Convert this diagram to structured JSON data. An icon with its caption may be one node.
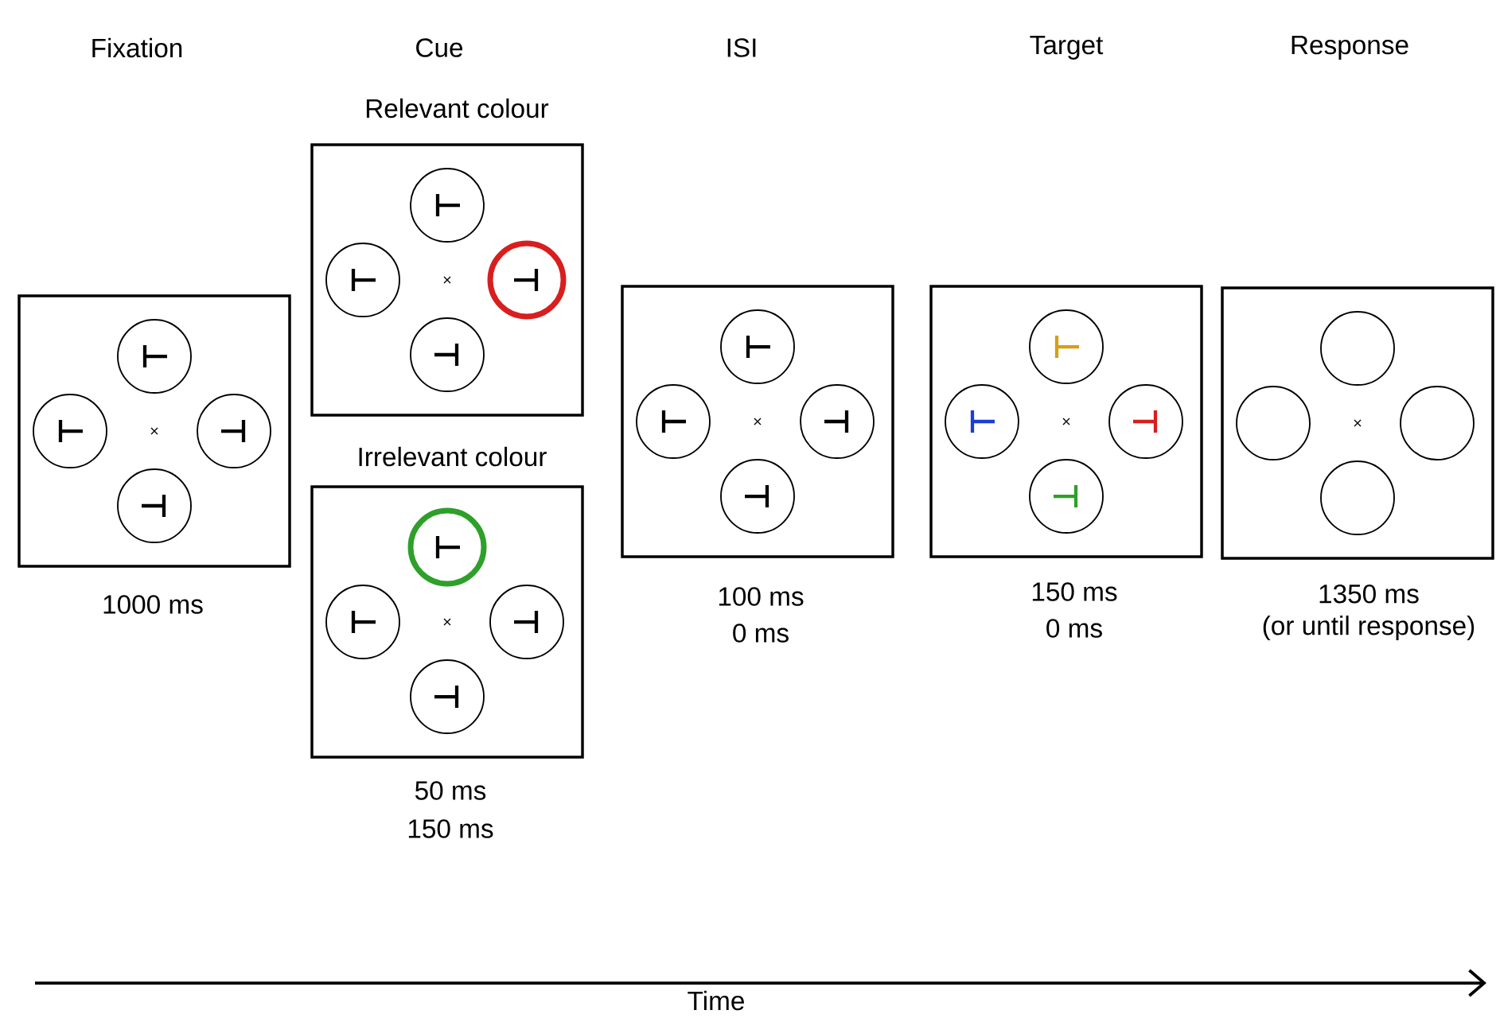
{
  "diagram": {
    "nodes": [
      {
        "text": [],
        "shape": "box",
        "beside": [
          "1000 ms"
        ]
      },
      {
        "text": [
          "Relevant colour"
        ]
      },
      {
        "text": [
          "Irrelevant colour"
        ],
        "beside": [
          "50 ms",
          "150 ms"
        ]
      },
      {
        "text": [],
        "shape": "box",
        "beside": [
          "100 ms",
          "0 ms"
        ]
      },
      {
        "text": [],
        "shape": "box",
        "beside": [
          "150 ms",
          "0 ms"
        ]
      },
      {
        "text": [],
        "shape": "box",
        "beside": [
          "1350 ms",
          "(or until response)"
        ]
      }
    ],
    "labels": [
      "Fixation",
      "Cue",
      "ISI",
      "Target",
      "Response",
      "Time"
    ]
  }
}
